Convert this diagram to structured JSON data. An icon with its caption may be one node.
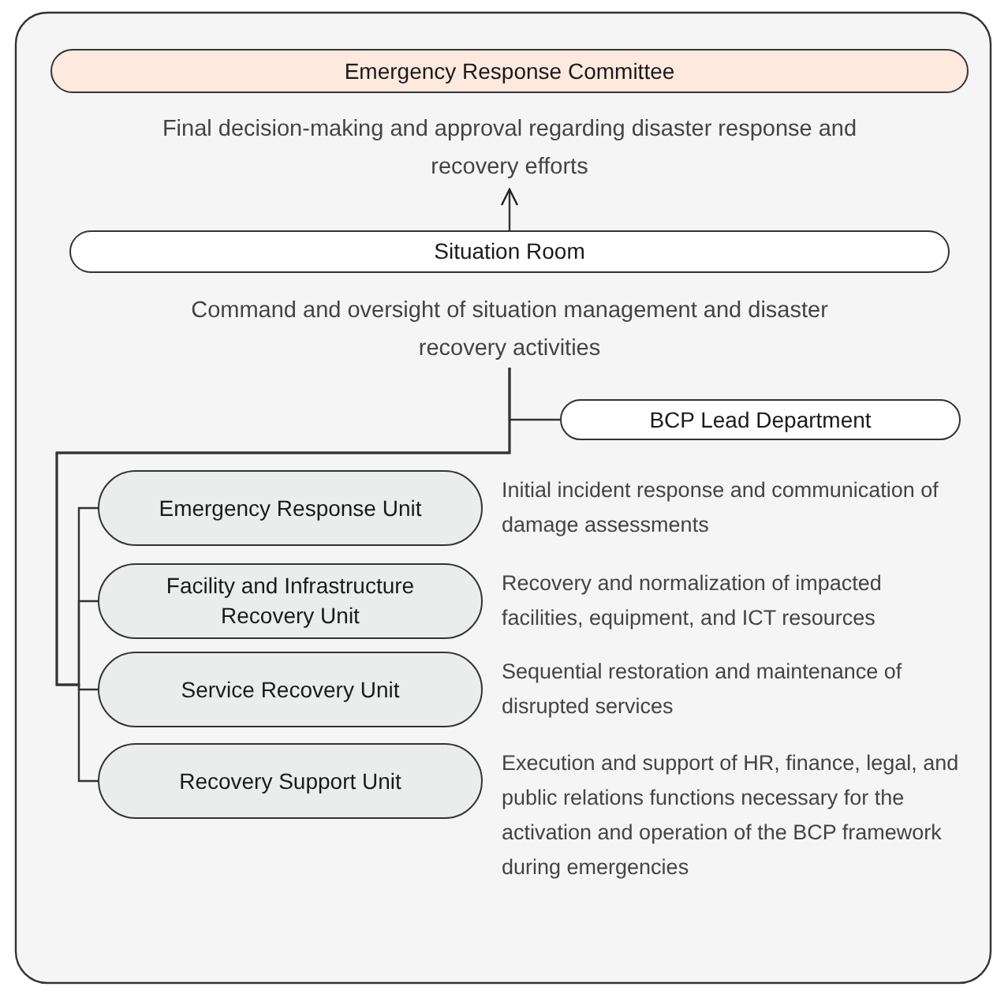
{
  "diagram": {
    "nodes": [
      {
        "text": [
          "Emergency Response Committee"
        ],
        "beside": [
          "Final decision-making and approval regarding disaster response and recovery efforts"
        ]
      },
      {
        "text": [
          "Situation Room"
        ],
        "beside": [
          "Command and oversight of situation management and disaster recovery activities"
        ]
      },
      {
        "text": [
          "BCP Lead Department"
        ]
      },
      {
        "text": [
          "Emergency Response Unit"
        ],
        "beside": [
          "Initial incident response and communication of damage assessments"
        ]
      },
      {
        "text": [
          "Facility and Infrastructure Recovery Unit"
        ],
        "beside": [
          "Recovery and normalization of impacted facilities, equipment, and ICT resources"
        ]
      },
      {
        "text": [
          "Service Recovery Unit"
        ],
        "beside": [
          "Sequential restoration and maintenance of disrupted services"
        ]
      },
      {
        "text": [
          "Recovery Support Unit"
        ],
        "beside": [
          "Execution and support of HR, finance, legal, and public relations functions necessary for the activation and operation of the BCP framework during emergencies"
        ]
      }
    ],
    "edges": [
      {
        "from": 1,
        "to": 0,
        "arrow": "to"
      },
      {
        "from": 1,
        "to": 2,
        "arrow": "none"
      },
      {
        "from": 1,
        "to": 3,
        "arrow": "none"
      },
      {
        "from": 1,
        "to": 4,
        "arrow": "none"
      },
      {
        "from": 1,
        "to": 5,
        "arrow": "none"
      },
      {
        "from": 1,
        "to": 6,
        "arrow": "none"
      }
    ]
  }
}
